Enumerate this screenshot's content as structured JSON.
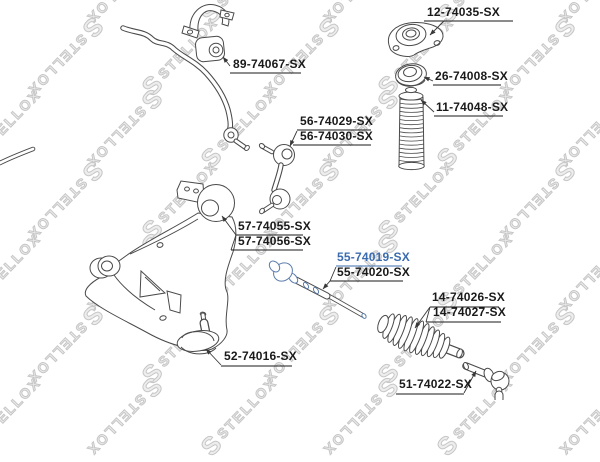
{
  "watermark": {
    "text": "STELLOX",
    "color": "#c6c6c6"
  },
  "colors": {
    "highlight": "#3b6cb0",
    "line": "#4a4a4a",
    "label": "#1a1a1a"
  },
  "labels": {
    "p12": {
      "text": "12-74035-SX"
    },
    "p26": {
      "text": "26-74008-SX"
    },
    "p11": {
      "text": "11-74048-SX"
    },
    "p89": {
      "text": "89-74067-SX"
    },
    "p56a": {
      "text": "56-74029-SX"
    },
    "p56b": {
      "text": "56-74030-SX"
    },
    "p57a": {
      "text": "57-74055-SX"
    },
    "p57b": {
      "text": "57-74056-SX"
    },
    "p55a": {
      "text": "55-74019-SX",
      "highlighted": true
    },
    "p55b": {
      "text": "55-74020-SX"
    },
    "p14a": {
      "text": "14-74026-SX"
    },
    "p14b": {
      "text": "14-74027-SX"
    },
    "p52": {
      "text": "52-74016-SX"
    },
    "p51": {
      "text": "51-74022-SX"
    }
  }
}
